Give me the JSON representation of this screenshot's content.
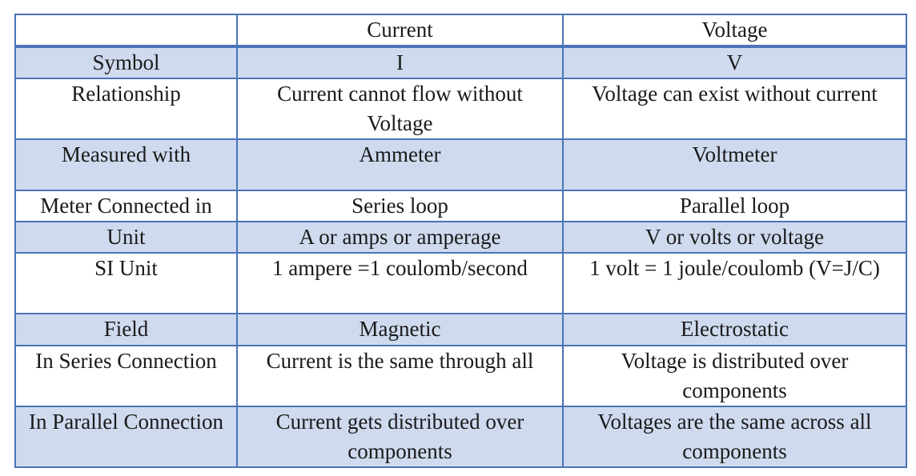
{
  "table": {
    "headers": [
      "",
      "Current",
      "Voltage"
    ],
    "rows": [
      {
        "label": "Symbol",
        "current": "I",
        "voltage": "V"
      },
      {
        "label": "Relationship",
        "current": "Current cannot flow without Voltage",
        "voltage": "Voltage can exist without current"
      },
      {
        "label": "Measured with",
        "current": "Ammeter",
        "voltage": "Voltmeter"
      },
      {
        "label": "Meter Connected in",
        "current": "Series loop",
        "voltage": "Parallel loop"
      },
      {
        "label": "Unit",
        "current": "A or amps or amperage",
        "voltage": "V or volts or voltage"
      },
      {
        "label": "SI Unit",
        "current": "1 ampere =1 coulomb/second",
        "voltage": "1 volt = 1 joule/coulomb (V=J/C)"
      },
      {
        "label": "Field",
        "current": "Magnetic",
        "voltage": "Electrostatic"
      },
      {
        "label": "In Series Connection",
        "current": "Current is the same through all",
        "voltage": "Voltage is distributed over components"
      },
      {
        "label": "In Parallel Connection",
        "current": "Current gets distributed over components",
        "voltage": "Voltages are the same across all components"
      }
    ]
  },
  "colors": {
    "border": "#4a73b8",
    "shaded_row": "#cfdaee",
    "plain_row": "#ffffff"
  }
}
